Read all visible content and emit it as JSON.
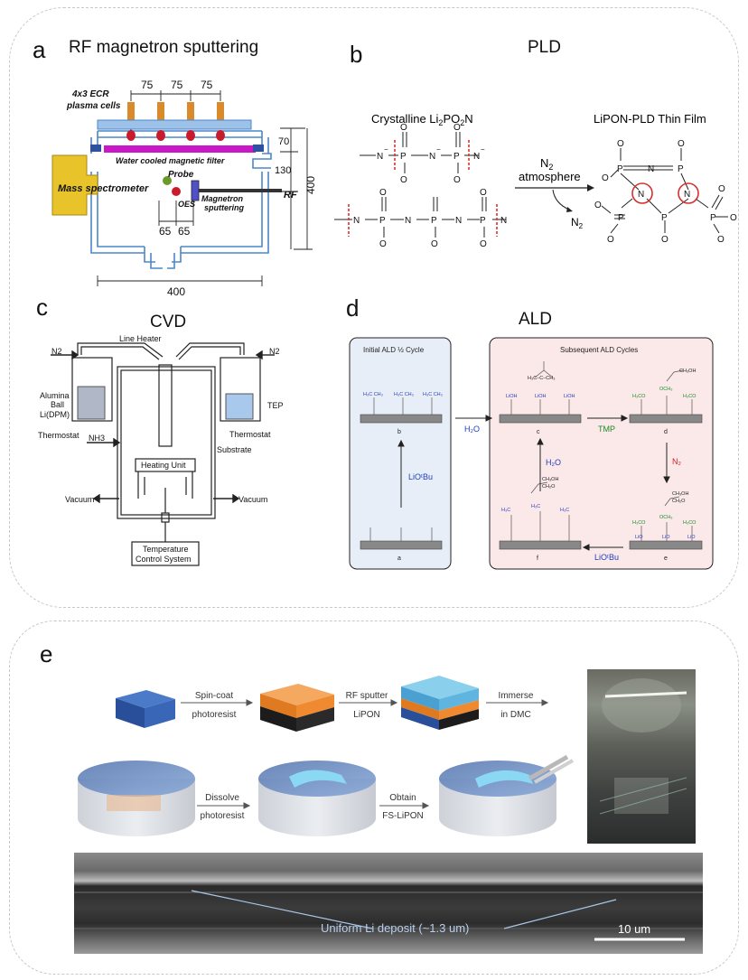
{
  "panels": {
    "a": {
      "letter": "a",
      "title": "RF magnetron sputtering",
      "labels": {
        "ecr": "4x3 ECR",
        "ecr2": "plasma cells",
        "filter": "Water cooled magnetic filter",
        "probe": "Probe",
        "oes": "OES",
        "mass_spec": "Mass spectrometer",
        "magnetron": "Magnetron",
        "magnetron2": "sputtering",
        "rf": "RF",
        "d75": "75",
        "d70": "70",
        "d130": "130",
        "d400": "400",
        "d65": "65"
      }
    },
    "b": {
      "letter": "b",
      "title": "PLD",
      "crystalline_label": "Crystalline Li",
      "crystalline_sub1": "2",
      "crystalline_mid": "PO",
      "crystalline_sub2": "2",
      "crystalline_end": "N",
      "film_label": "LiPON-PLD Thin Film",
      "arrow_label_1": "N",
      "arrow_label_sub": "2",
      "arrow_label_2": "atmosphere",
      "byproduct": "N",
      "byproduct_sub": "2",
      "atom_p": "P",
      "atom_n": "N",
      "atom_o": "O",
      "charge": "−"
    },
    "c": {
      "letter": "c",
      "title": "CVD",
      "labels": {
        "n2_left": "N2",
        "n2_right": "N2",
        "line_heater": "Line Heater",
        "alumina": "Alumina",
        "ball": "Ball",
        "li_dpm": "Li(DPM)",
        "tep": "TEP",
        "thermostat_left": "Thermostat",
        "thermostat_right": "Thermostat",
        "nh3": "NH3",
        "substrate": "Substrate",
        "heating_unit": "Heating Unit",
        "vacuum_left": "Vacuum",
        "vacuum_right": "Vacuum",
        "temp_control_1": "Temperature",
        "temp_control_2": "Control System"
      }
    },
    "d": {
      "letter": "d",
      "title": "ALD",
      "initial_cycle": "Initial ALD ½ Cycle",
      "subsequent_cycles": "Subsequent ALD Cycles",
      "step_labels": [
        "a",
        "b",
        "c",
        "d",
        "e",
        "f"
      ],
      "reagents": {
        "litbu": "LiOᵗBu",
        "h2o": "H₂O",
        "tmp": "TMP",
        "n2": "N₂",
        "h2o_f": "H₂O",
        "litbu_f": "LiOᵗBu"
      },
      "colors": {
        "blue_reagent": "#1f3fbf",
        "green_reagent": "#1a8a2a",
        "red_reagent": "#d42020"
      }
    },
    "e": {
      "letter": "e",
      "steps": {
        "spin_1": "Spin-coat",
        "spin_2": "photoresist",
        "rf_1": "RF sputter",
        "rf_2": "LiPON",
        "immerse_1": "Immerse",
        "immerse_2": "in DMC",
        "dissolve_1": "Dissolve",
        "dissolve_2": "photoresist",
        "obtain_1": "Obtain",
        "obtain_2": "FS-LiPON"
      },
      "sem_annotation": "Uniform Li deposit (~1.3 um)",
      "scale_bar": "10 um"
    }
  },
  "colors": {
    "mass_spec": "#e8c42a",
    "chamber": "#6fa0d8",
    "filter": "#c818c8",
    "ecr_cell": "#d98a2a",
    "cut_mark": "#e03030",
    "circle_mark": "#d43030",
    "ald_left_bg": "#e8eef8",
    "ald_right_bg": "#fbe8e8"
  }
}
